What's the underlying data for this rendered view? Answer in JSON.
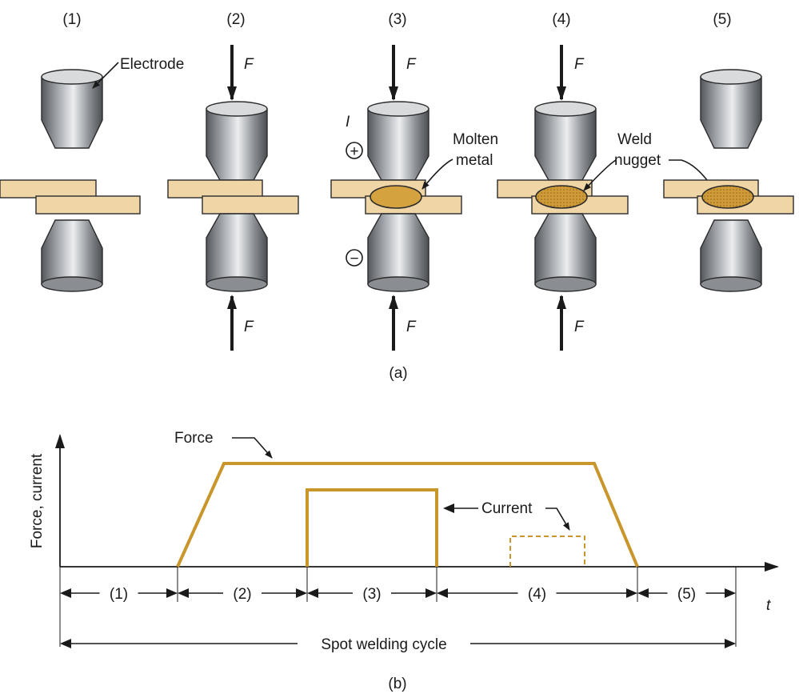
{
  "part_a": {
    "stage_labels": [
      "(1)",
      "(2)",
      "(3)",
      "(4)",
      "(5)"
    ],
    "caption": "(a)",
    "electrode_label": "Electrode",
    "force_symbol": "F",
    "current_symbol": "I",
    "molten_label_line1": "Molten",
    "molten_label_line2": "metal",
    "weld_label_line1": "Weld",
    "weld_label_line2": "nugget",
    "plus_symbol": "+",
    "minus_symbol": "−"
  },
  "part_b": {
    "ylabel": "Force, current",
    "xlabel": "t",
    "force_label": "Force",
    "current_label": "Current",
    "interval_labels": [
      "(1)",
      "(2)",
      "(3)",
      "(4)",
      "(5)"
    ],
    "cycle_label": "Spot welding cycle",
    "caption": "(b)"
  },
  "colors": {
    "sheet": "#f0d6a6",
    "nugget": "#d4a23f",
    "curve": "#c8962a",
    "electrode_dark": "#5b5f64",
    "electrode_light": "#e4e6e8"
  }
}
